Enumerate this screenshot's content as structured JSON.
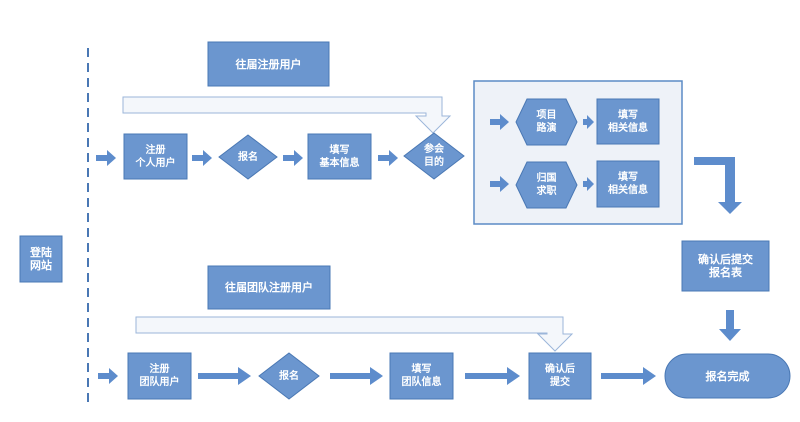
{
  "colors": {
    "node_fill": "#6b96cf",
    "node_stroke": "#4a78b4",
    "arrow": "#5d8ccc",
    "panel_fill": "#eef2f8",
    "panel_stroke": "#5b8bc6",
    "track_fill": "#f4f7fb",
    "track_stroke": "#9bb6da",
    "divider": "#4a78b4"
  },
  "nodes": {
    "login_site": "登陆\n网站",
    "returning_user": "往届注册用户",
    "register_individual": "注册\n个人用户",
    "signup_1": "报名",
    "fill_basic_info": "填写\n基本信息",
    "purpose": "参会\n目的",
    "project_roadshow": "项目\n路演",
    "fill_related_1": "填写\n相关信息",
    "return_job": "归国\n求职",
    "fill_related_2": "填写\n相关信息",
    "confirm_submit_form": "确认后提交\n报名表",
    "returning_team_user": "往届团队注册用户",
    "register_team": "注册\n团队用户",
    "signup_2": "报名",
    "fill_team_info": "填写\n团队信息",
    "confirm_submit": "确认后\n提交",
    "signup_complete": "报名完成"
  }
}
